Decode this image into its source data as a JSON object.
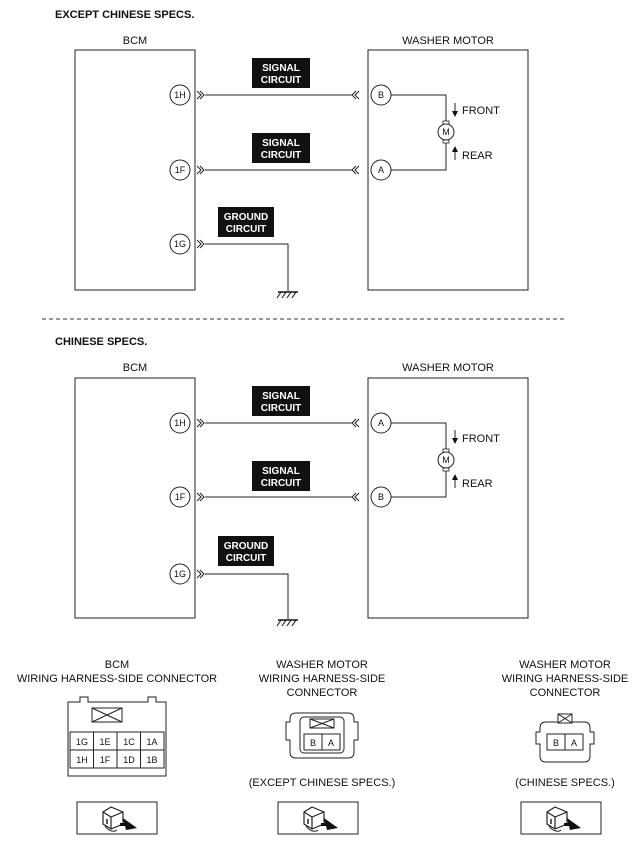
{
  "sections": {
    "except_title": "EXCEPT CHINESE SPECS.",
    "chinese_title": "CHINESE SPECS."
  },
  "except": {
    "bcm_label": "BCM",
    "motor_label": "WASHER MOTOR",
    "signal1_line1": "SIGNAL",
    "signal1_line2": "CIRCUIT",
    "signal2_line1": "SIGNAL",
    "signal2_line2": "CIRCUIT",
    "ground_line1": "GROUND",
    "ground_line2": "CIRCUIT",
    "pin_1h": "1H",
    "pin_1f": "1F",
    "pin_1g": "1G",
    "motor_pin_top": "B",
    "motor_pin_bottom": "A",
    "motor_symbol": "M",
    "front": "FRONT",
    "rear": "REAR"
  },
  "chinese": {
    "bcm_label": "BCM",
    "motor_label": "WASHER MOTOR",
    "signal1_line1": "SIGNAL",
    "signal1_line2": "CIRCUIT",
    "signal2_line1": "SIGNAL",
    "signal2_line2": "CIRCUIT",
    "ground_line1": "GROUND",
    "ground_line2": "CIRCUIT",
    "pin_1h": "1H",
    "pin_1f": "1F",
    "pin_1g": "1G",
    "motor_pin_top": "A",
    "motor_pin_bottom": "B",
    "motor_symbol": "M",
    "front": "FRONT",
    "rear": "REAR"
  },
  "connectors": {
    "bcm": {
      "title_line1": "BCM",
      "title_line2": "WIRING HARNESS-SIDE CONNECTOR",
      "row1": [
        "1G",
        "1E",
        "1C",
        "1A"
      ],
      "row2": [
        "1H",
        "1F",
        "1D",
        "1B"
      ]
    },
    "motor_except": {
      "title_line1": "WASHER MOTOR",
      "title_line2": "WIRING HARNESS-SIDE",
      "title_line3": "CONNECTOR",
      "pins": [
        "B",
        "A"
      ],
      "caption": "(EXCEPT CHINESE SPECS.)"
    },
    "motor_chinese": {
      "title_line1": "WASHER MOTOR",
      "title_line2": "WIRING HARNESS-SIDE",
      "title_line3": "CONNECTOR",
      "pins": [
        "B",
        "A"
      ],
      "caption": "(CHINESE SPECS.)"
    }
  },
  "icons": [
    "connector-view-icon",
    "ground-symbol-icon",
    "motor-icon",
    "arrow-icon"
  ]
}
